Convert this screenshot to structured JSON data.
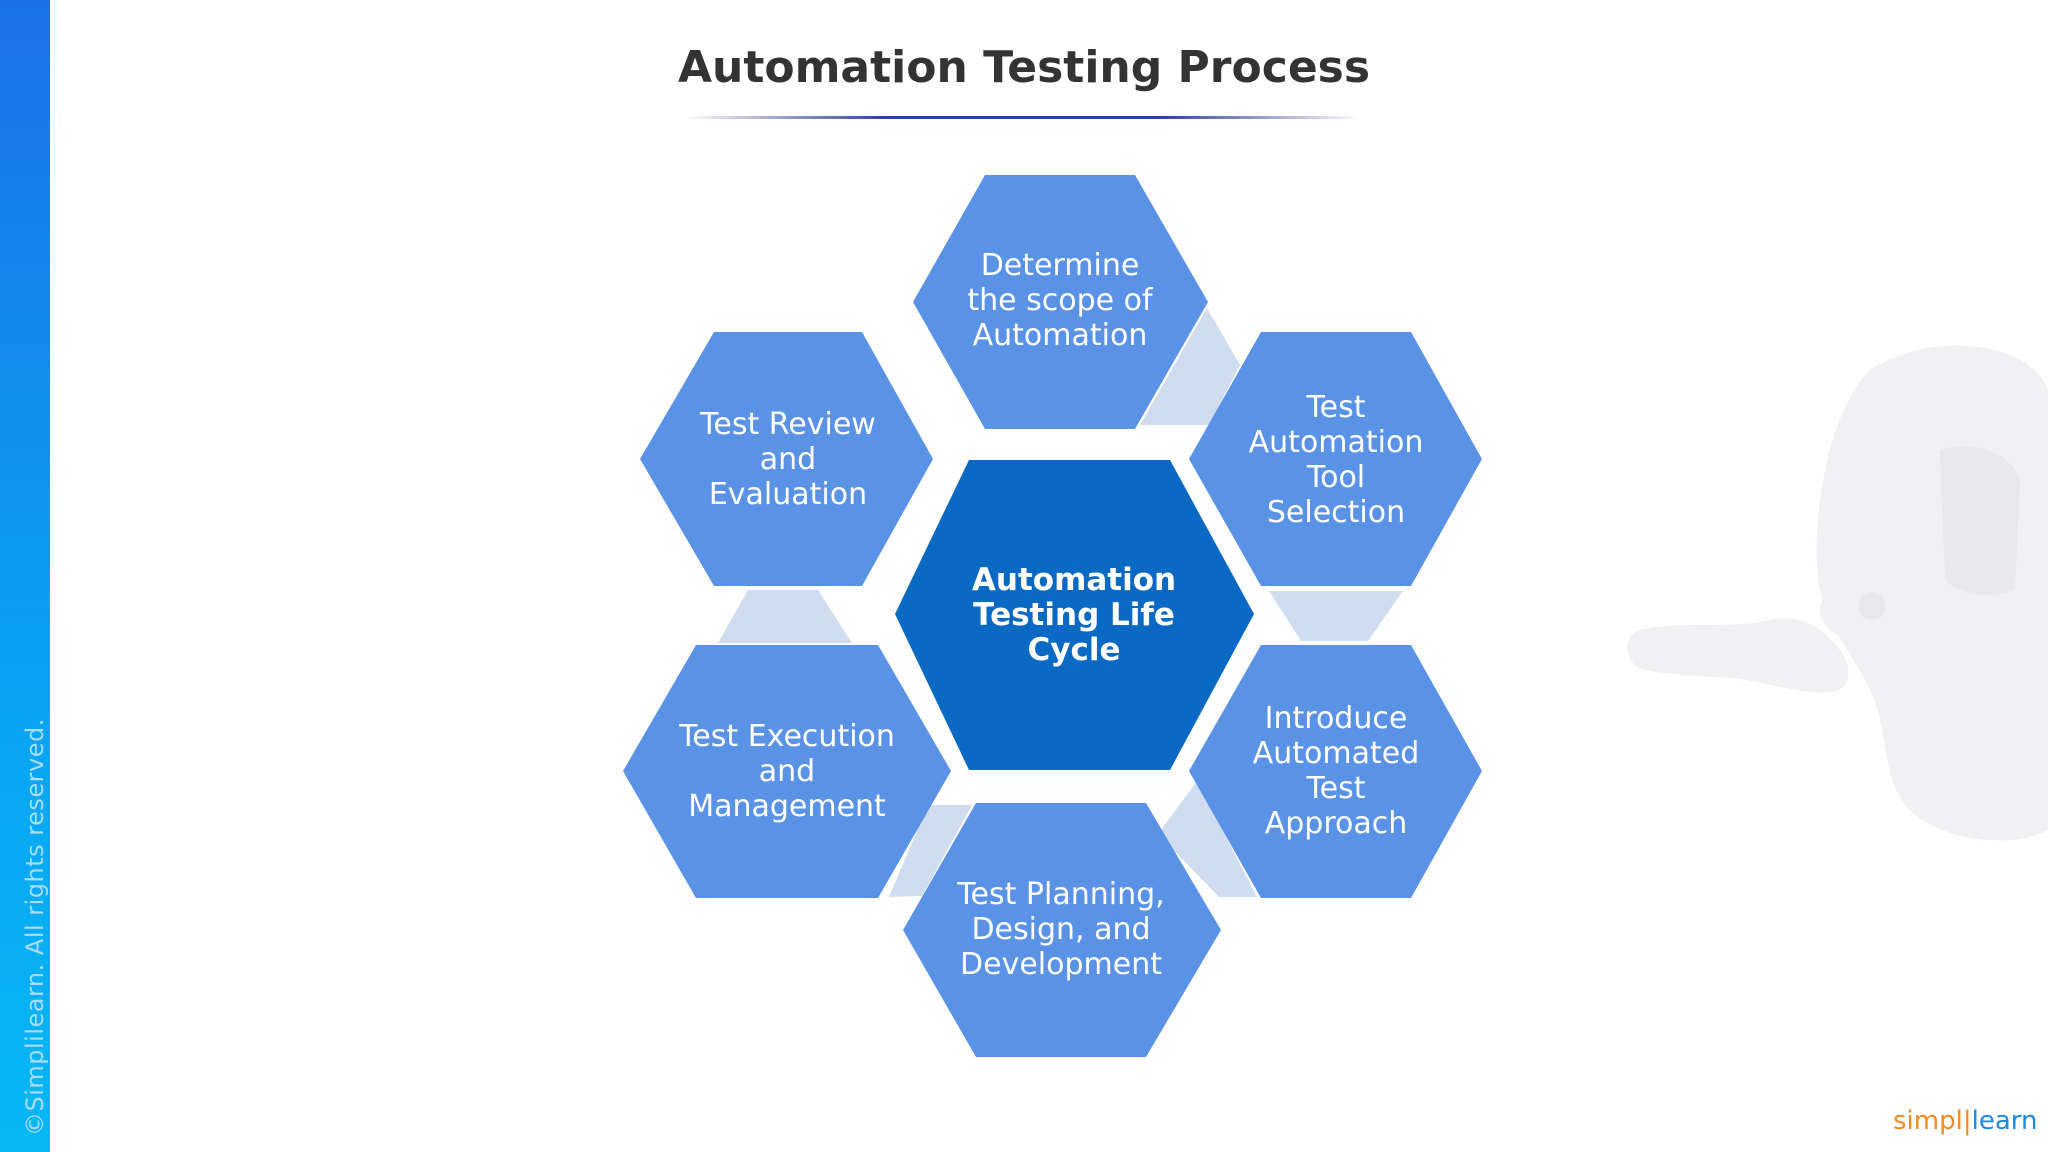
{
  "slide": {
    "title": "Automation Testing Process",
    "copyright": "©Simplilearn. All rights reserved."
  },
  "logo": {
    "wordmark": "simplilearn",
    "part1": "simpl",
    "part2": "learn",
    "colors": {
      "primary": "#f08a24",
      "secondary": "#1e88e5"
    }
  },
  "colors": {
    "accent_bar": "#0aa0f2",
    "hex_fill": "#5a93e6",
    "center_fill": "#0969c3",
    "connector_fill": "#d0ddf0",
    "title_text": "#333333",
    "underline": "#2c3f9c"
  },
  "diagram": {
    "center": {
      "label": "Automation Testing Life Cycle"
    },
    "steps": [
      {
        "label": "Determine the scope of Automation"
      },
      {
        "label": "Test Automation Tool Selection"
      },
      {
        "label": "Introduce Automated Test Approach"
      },
      {
        "label": "Test Planning, Design, and Development"
      },
      {
        "label": "Test Execution and Management"
      },
      {
        "label": "Test Review and Evaluation"
      }
    ]
  }
}
